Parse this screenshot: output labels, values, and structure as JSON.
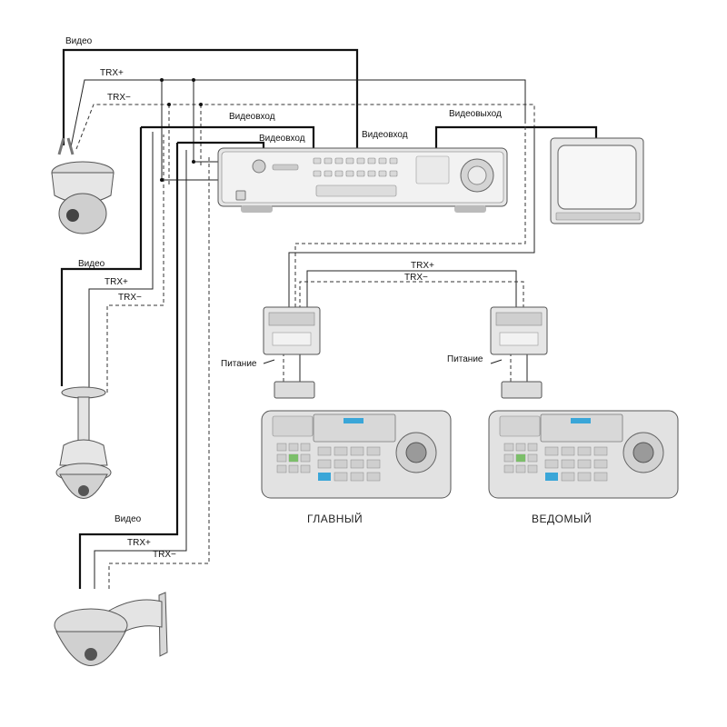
{
  "labels": {
    "cam1_video": "Видео",
    "cam1_trx_plus": "TRX+",
    "cam1_trx_minus": "TRX−",
    "dvr_video_in_1": "Видеовход",
    "dvr_video_in_2": "Видеовход",
    "dvr_video_in_3": "Видеовход",
    "dvr_video_out": "Видеовыход",
    "cam2_video": "Видео",
    "cam2_trx_plus": "TRX+",
    "cam2_trx_minus": "TRX−",
    "cam3_video": "Видео",
    "cam3_trx_plus": "TRX+",
    "cam3_trx_minus": "TRX−",
    "bus_trx_plus": "TRX+",
    "bus_trx_minus": "TRX−",
    "power_main": "Питание",
    "power_slave": "Питание",
    "keyboard_main": "ГЛАВНЫЙ",
    "keyboard_slave": "ВЕДОМЫЙ"
  },
  "colors": {
    "device_fill": "#e8e8e8",
    "device_dark": "#bdbdbd",
    "device_panel": "#cfcfcf",
    "wire": "#111111",
    "accent_blue": "#3aa6d8",
    "accent_green": "#7cbf6a"
  }
}
